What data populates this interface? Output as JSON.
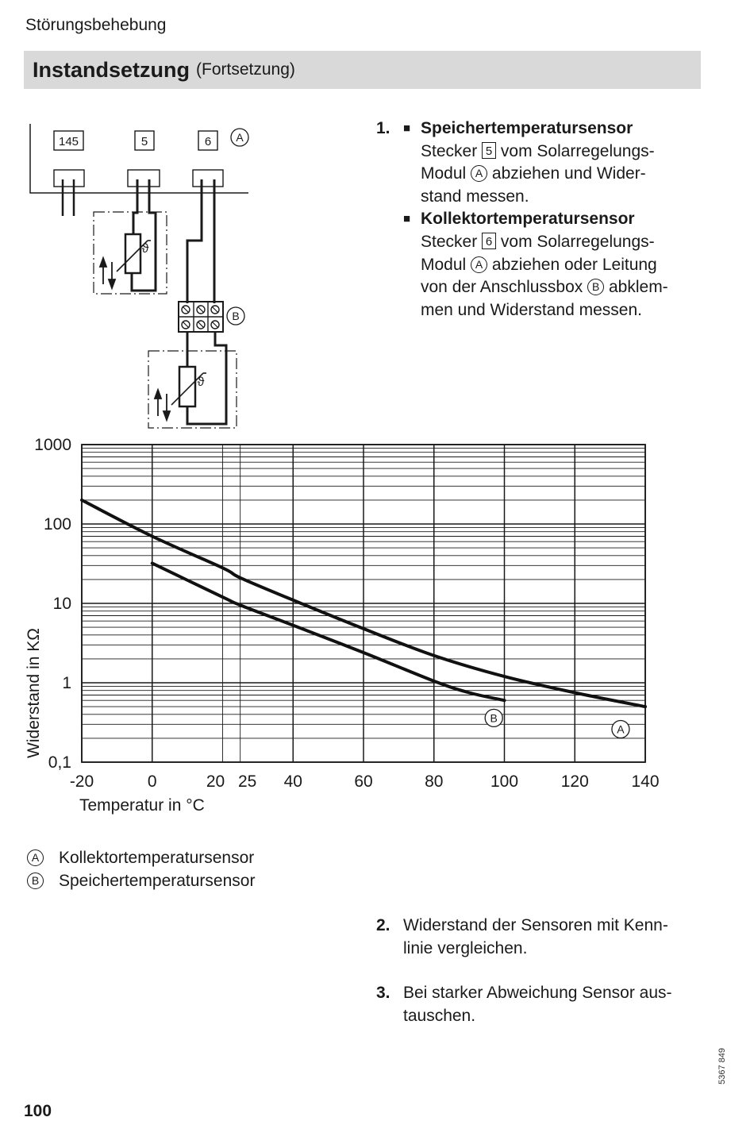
{
  "header": {
    "section": "Störungsbehebung"
  },
  "title": {
    "main": "Instandsetzung",
    "sub": "(Fortsetzung)"
  },
  "wiring": {
    "plug_labels": [
      "145",
      "5",
      "6"
    ],
    "module_ref": "A",
    "box_ref": "B",
    "thermistor_symbol": "ϑ"
  },
  "step1": {
    "number": "1.",
    "bullet": "■",
    "item1": {
      "heading": "Speichertemperatursensor",
      "l1_before": "Stecker",
      "l1_box": "5",
      "l1_after": "vom Solarregelungs-",
      "l2_before": "Modul",
      "l2_circ": "A",
      "l2_after": "abziehen und Wider-",
      "l3": "stand messen."
    },
    "item2": {
      "heading": "Kollektortemperatursensor",
      "l1_before": "Stecker",
      "l1_box": "6",
      "l1_after": "vom Solarregelungs-",
      "l2_before": "Modul",
      "l2_circ": "A",
      "l2_after": "abziehen oder Leitung",
      "l3_before": "von der Anschlussbox",
      "l3_circ": "B",
      "l3_after": "abklem-",
      "l4": "men und Widerstand messen."
    }
  },
  "chart_data": {
    "type": "line",
    "xlabel": "Temperatur in °C",
    "ylabel": "Widerstand in KΩ",
    "xlim": [
      -20,
      140
    ],
    "ylim": [
      0.1,
      1000
    ],
    "yscale": "log",
    "grid": true,
    "x_ticks": [
      "-20",
      "0",
      "20",
      "25",
      "40",
      "60",
      "80",
      "100",
      "120",
      "140"
    ],
    "y_ticks": [
      "1000",
      "100",
      "10",
      "1",
      "0,1"
    ],
    "series": [
      {
        "name": "A",
        "x": [
          -20,
          0,
          20,
          25,
          40,
          60,
          80,
          100,
          120,
          140
        ],
        "y": [
          200,
          70,
          28,
          21,
          11,
          4.8,
          2.2,
          1.2,
          0.75,
          0.5
        ]
      },
      {
        "name": "B",
        "x": [
          0,
          20,
          25,
          40,
          60,
          80,
          90,
          100
        ],
        "y": [
          32,
          12,
          9.5,
          5.3,
          2.4,
          1.05,
          0.75,
          0.6
        ]
      }
    ]
  },
  "legend": [
    {
      "ref": "A",
      "text": "Kollektortemperatursensor"
    },
    {
      "ref": "B",
      "text": "Speichertemperatursensor"
    }
  ],
  "step2": {
    "number": "2.",
    "l1": "Widerstand der Sensoren mit Kenn-",
    "l2": "linie vergleichen."
  },
  "step3": {
    "number": "3.",
    "l1": "Bei starker Abweichung Sensor aus-",
    "l2": "tauschen."
  },
  "footer": {
    "page_number": "100",
    "doc_number": "5367 849"
  }
}
